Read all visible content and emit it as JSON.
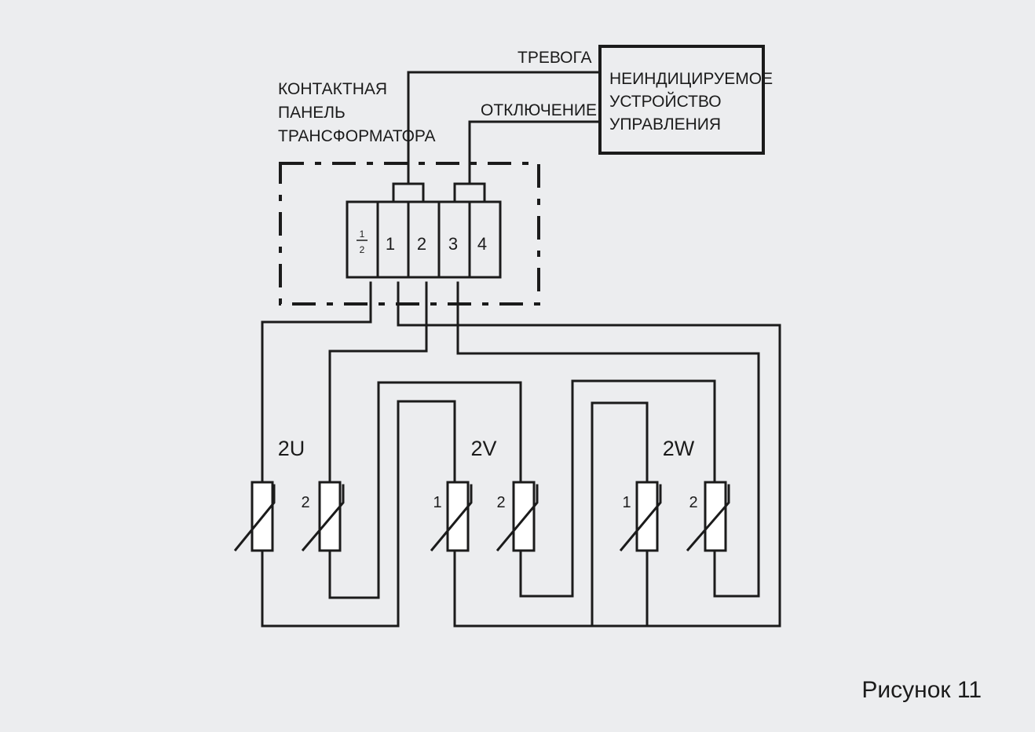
{
  "labels": {
    "alarm": "ТРЕВОГА",
    "shutdown": "ОТКЛЮЧЕНИЕ",
    "panel": [
      "КОНТАКТНАЯ",
      "ПАНЕЛЬ",
      "ТРАНСФОРМАТОРА"
    ],
    "controller": [
      "НЕИНДИЦИРУЕМОЕ",
      "УСТРОЙСТВО",
      "УПРАВЛЕНИЯ"
    ]
  },
  "terminals": {
    "half_num": "1",
    "half_den": "2",
    "t1": "1",
    "t2": "2",
    "t3": "3",
    "t4": "4"
  },
  "phases": {
    "u": "2U",
    "v": "2V",
    "w": "2W"
  },
  "sensors": {
    "u2": "2",
    "v1": "1",
    "v2": "2",
    "w1": "1",
    "w2": "2"
  },
  "caption": "Рисунок 11",
  "colors": {
    "background": "#ecedef",
    "line": "#1b1b1b",
    "resistor_fill": "#ffffff"
  }
}
